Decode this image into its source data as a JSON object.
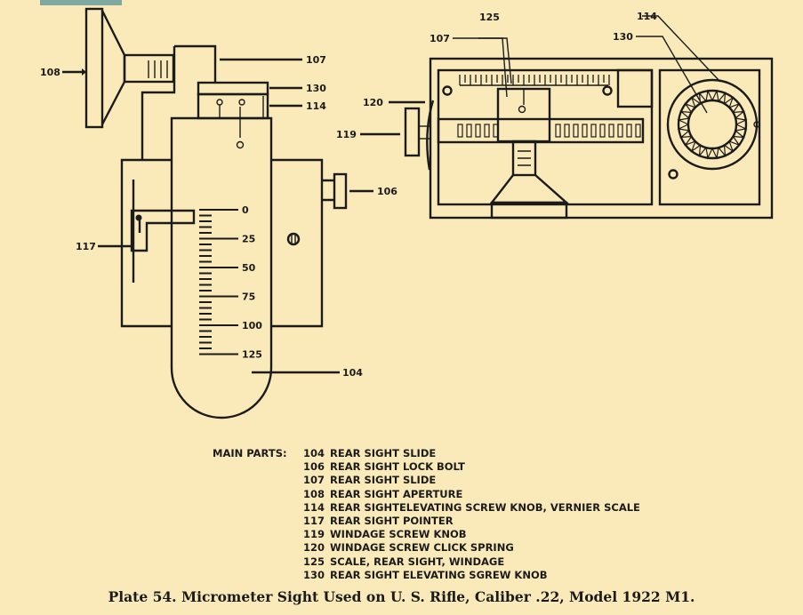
{
  "diagram": {
    "left_view_labels": {
      "aperture": "108",
      "slide_top": "107",
      "elevating_knob": "130",
      "vernier": "114",
      "lock_bolt": "106",
      "pointer": "117",
      "base_slide": "104"
    },
    "scale_labels": [
      "0",
      "25",
      "50",
      "75",
      "100",
      "125"
    ],
    "right_view_labels": {
      "scale": "125",
      "slide": "107",
      "vernier": "114",
      "elevating_knob": "130",
      "click_spring": "120",
      "windage_knob": "119"
    }
  },
  "parts_list": {
    "heading": "MAIN PARTS:",
    "items": [
      {
        "num": "104",
        "name": "REAR SIGHT SLIDE"
      },
      {
        "num": "106",
        "name": "REAR SIGHT LOCK BOLT"
      },
      {
        "num": "107",
        "name": "REAR SIGHT SLIDE"
      },
      {
        "num": "108",
        "name": "REAR SIGHT APERTURE"
      },
      {
        "num": "114",
        "name": "REAR SIGHTELEVATING SCREW KNOB, VERNIER SCALE"
      },
      {
        "num": "117",
        "name": "REAR SIGHT POINTER"
      },
      {
        "num": "119",
        "name": "WINDAGE SCREW KNOB"
      },
      {
        "num": "120",
        "name": "WINDAGE SCREW CLICK SPRING"
      },
      {
        "num": "125",
        "name": "SCALE, REAR SIGHT, WINDAGE"
      },
      {
        "num": "130",
        "name": "REAR SIGHT ELEVATING SGREW KNOB"
      }
    ]
  },
  "caption": "Plate 54.  Micrometer Sight Used on U. S. Rifle, Caliber .22, Model 1922 M1."
}
